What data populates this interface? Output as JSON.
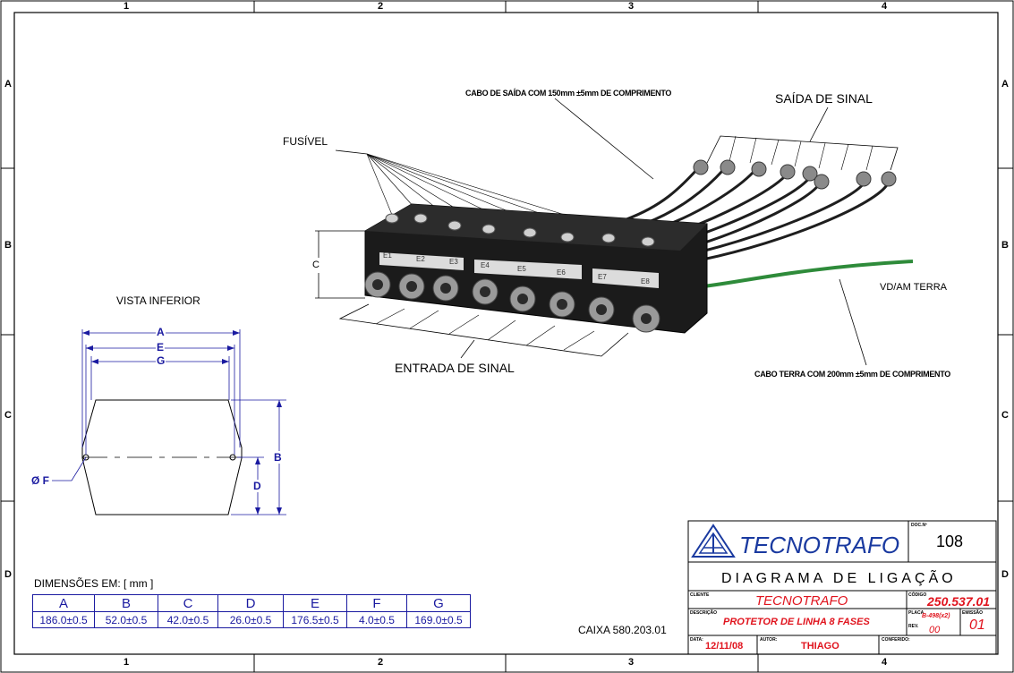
{
  "zones": {
    "columns": [
      "1",
      "2",
      "3",
      "4"
    ],
    "rows": [
      "A",
      "B",
      "C",
      "D"
    ]
  },
  "photo": {
    "labels": {
      "output_cable": "CABO DE SAÍDA COM 150mm ±5mm DE COMPRIMENTO",
      "signal_output": "SAÍDA DE SINAL",
      "fuse": "FUSÍVEL",
      "dim_c": "C",
      "ground": "VD/AM TERRA",
      "signal_input": "ENTRADA DE SINAL",
      "ground_cable": "CABO TERRA COM 200mm ±5mm DE COMPRIMENTO"
    },
    "channels": [
      "E1",
      "E2",
      "E3",
      "E4",
      "E5",
      "E6",
      "E7",
      "E8"
    ]
  },
  "bottom_view": {
    "title": "VISTA INFERIOR",
    "dims": {
      "a": "A",
      "e": "E",
      "g": "G",
      "b": "B",
      "d": "D",
      "f": "Ø F"
    }
  },
  "dimensions": {
    "title": "DIMENSÕES EM: [ mm ]",
    "headers": [
      "A",
      "B",
      "C",
      "D",
      "E",
      "F",
      "G"
    ],
    "values": [
      "186.0±0.5",
      "52.0±0.5",
      "42.0±0.5",
      "26.0±0.5",
      "176.5±0.5",
      "4.0±0.5",
      "169.0±0.5"
    ]
  },
  "caixa": "CAIXA 580.203.01",
  "title_block": {
    "company": "TECNOTRAFO",
    "doc_label": "DOC.Nº",
    "doc_number": "108",
    "drawing_title": "DIAGRAMA DE LIGAÇÃO",
    "client_label": "CLIENTE",
    "client": "TECNOTRAFO",
    "code_label": "CÓDIGO",
    "code": "250.537.01",
    "desc_label": "DESCRIÇÃO",
    "description": "PROTETOR DE LINHA 8 FASES",
    "plate_label": "PLACA",
    "plate": "B-498(x2)",
    "rev_label": "REV.",
    "rev": "00",
    "issue_label": "EMISSÃO",
    "issue": "01",
    "date_label": "DATA:",
    "date": "12/11/08",
    "author_label": "AUTOR:",
    "author": "THIAGO",
    "checked_label": "CONFERIDO:"
  },
  "colors": {
    "dimension_blue": "#1a1aa0",
    "title_red": "#e0141e",
    "logo_blue": "#1a3aa0",
    "ground_wire_green": "#2e8b3a"
  }
}
